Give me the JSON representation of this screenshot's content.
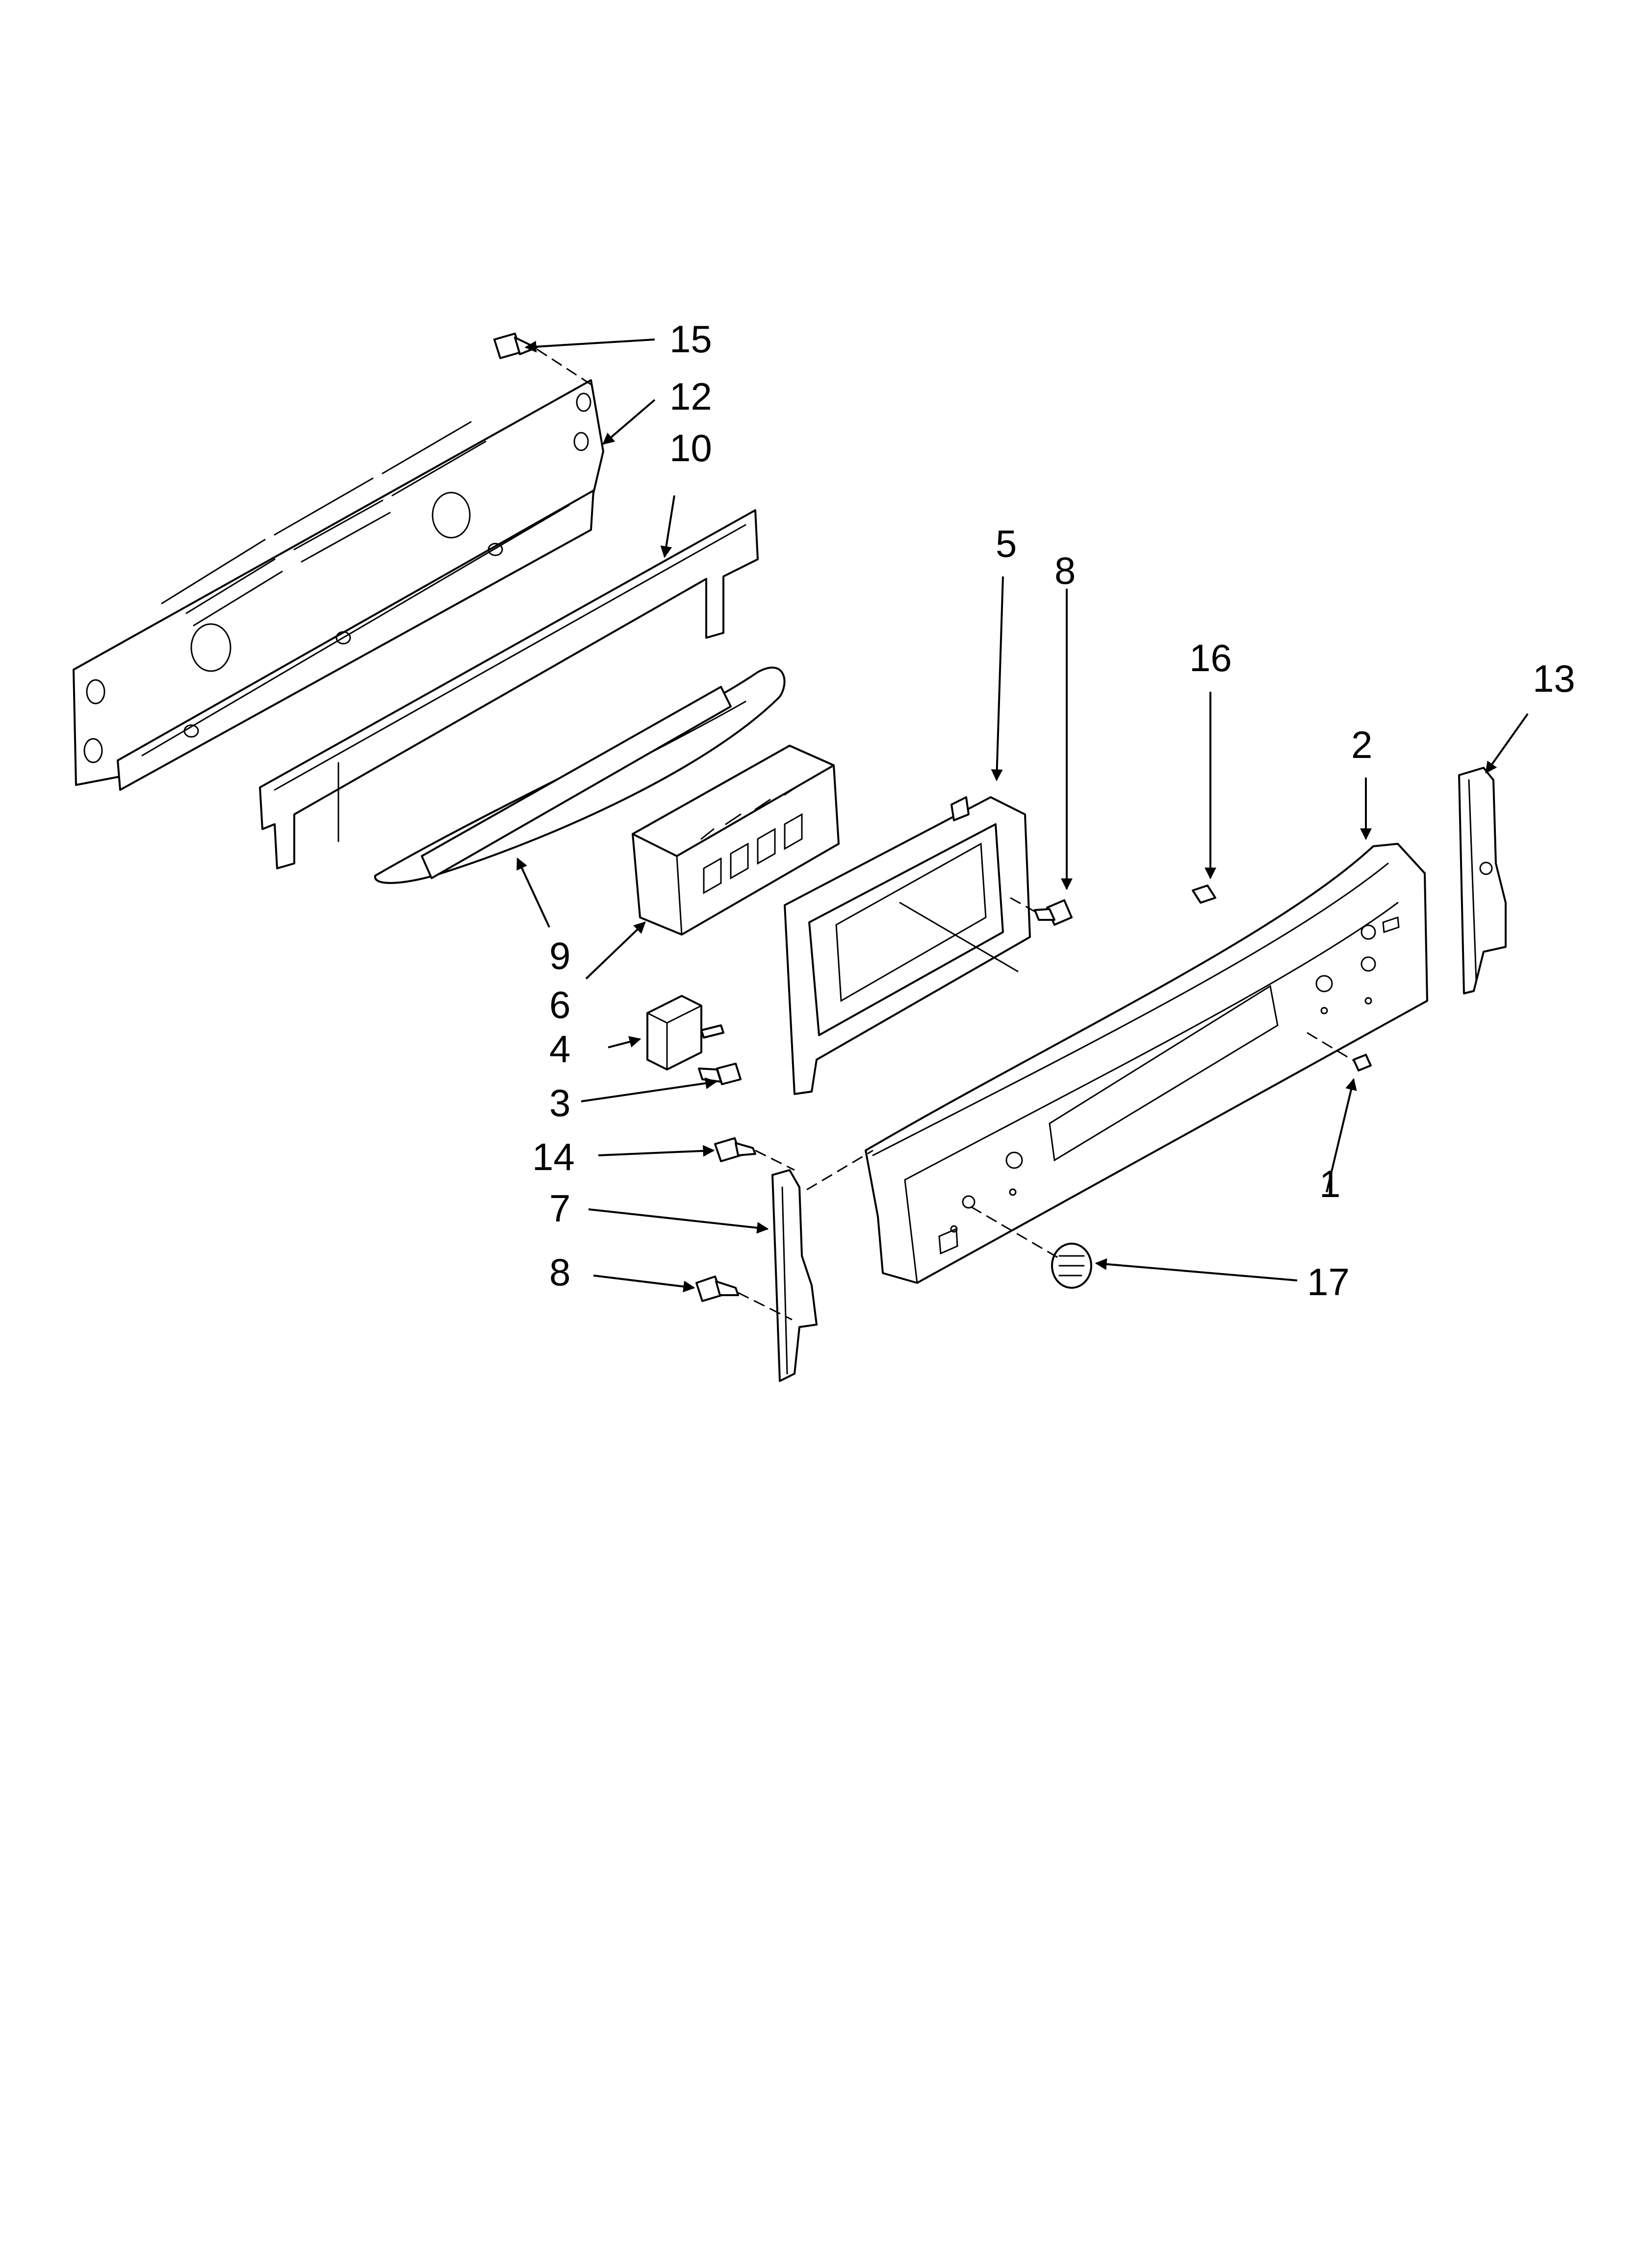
{
  "diagram": {
    "type": "exploded-parts-diagram",
    "background": "#ffffff",
    "line_color": "#000000",
    "callouts": [
      {
        "id": "c1",
        "label": "1"
      },
      {
        "id": "c2",
        "label": "2"
      },
      {
        "id": "c3",
        "label": "3"
      },
      {
        "id": "c4",
        "label": "4"
      },
      {
        "id": "c5",
        "label": "5"
      },
      {
        "id": "c6",
        "label": "6"
      },
      {
        "id": "c7",
        "label": "7"
      },
      {
        "id": "c8a",
        "label": "8"
      },
      {
        "id": "c8b",
        "label": "8"
      },
      {
        "id": "c9",
        "label": "9"
      },
      {
        "id": "c10",
        "label": "10"
      },
      {
        "id": "c12",
        "label": "12"
      },
      {
        "id": "c13",
        "label": "13"
      },
      {
        "id": "c14",
        "label": "14"
      },
      {
        "id": "c15",
        "label": "15"
      },
      {
        "id": "c16",
        "label": "16"
      },
      {
        "id": "c17",
        "label": "17"
      }
    ]
  }
}
